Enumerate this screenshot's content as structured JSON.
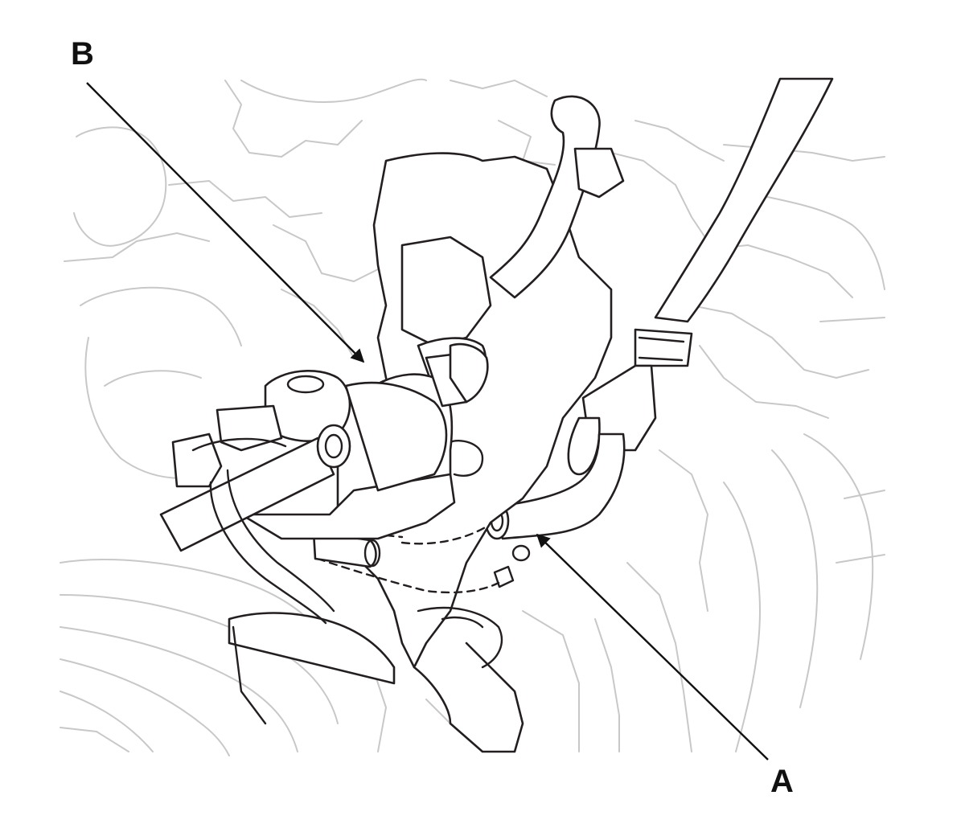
{
  "callouts": {
    "a": {
      "label": "A",
      "part": "hose"
    },
    "b": {
      "label": "B",
      "part": "valve-assembly"
    }
  },
  "colors": {
    "line_art": "#231f20",
    "background_lines": "#c8c8c8",
    "leader": "#111111",
    "background": "#ffffff"
  }
}
